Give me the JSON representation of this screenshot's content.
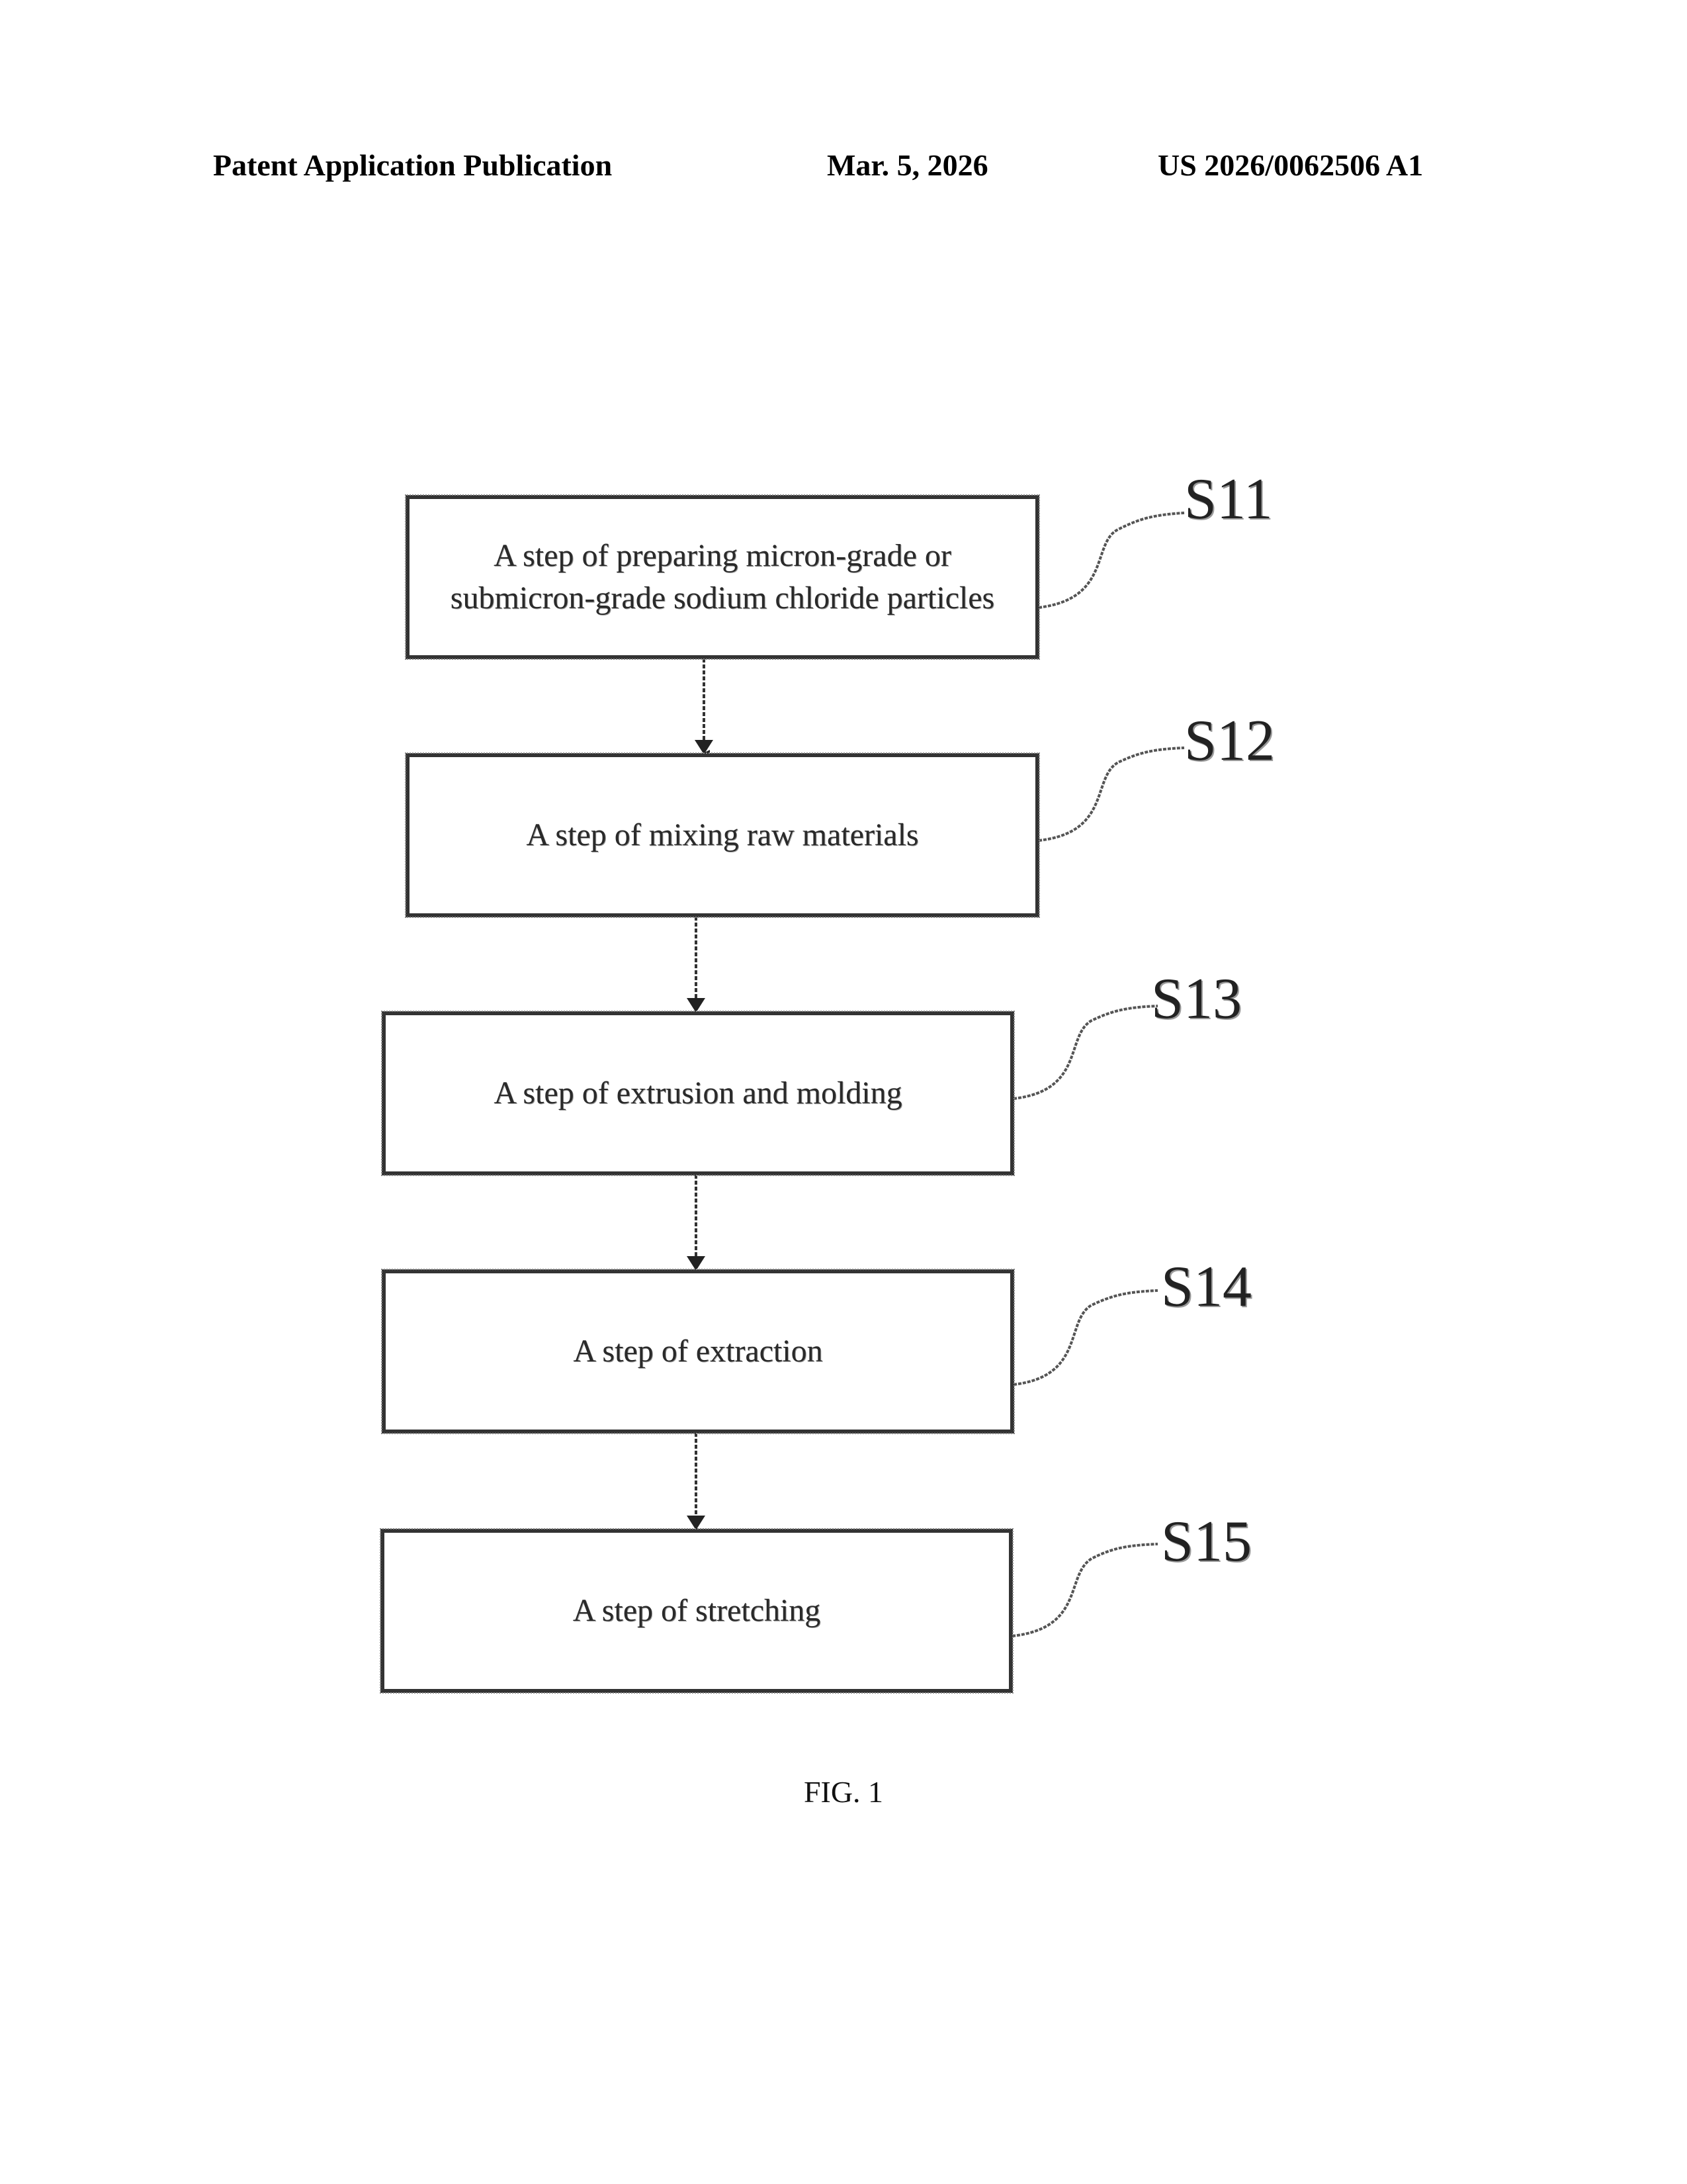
{
  "header": {
    "left": "Patent Application Publication",
    "date": "Mar. 5, 2026",
    "number": "US 2026/0062506 A1"
  },
  "steps": [
    {
      "label": "S11",
      "text": "A step of preparing micron-grade or submicron-grade sodium chloride particles"
    },
    {
      "label": "S12",
      "text": "A step of mixing raw materials"
    },
    {
      "label": "S13",
      "text": "A step of extrusion and molding"
    },
    {
      "label": "S14",
      "text": "A step of extraction"
    },
    {
      "label": "S15",
      "text": "A step of stretching"
    }
  ],
  "figure": {
    "caption": "FIG. 1"
  }
}
